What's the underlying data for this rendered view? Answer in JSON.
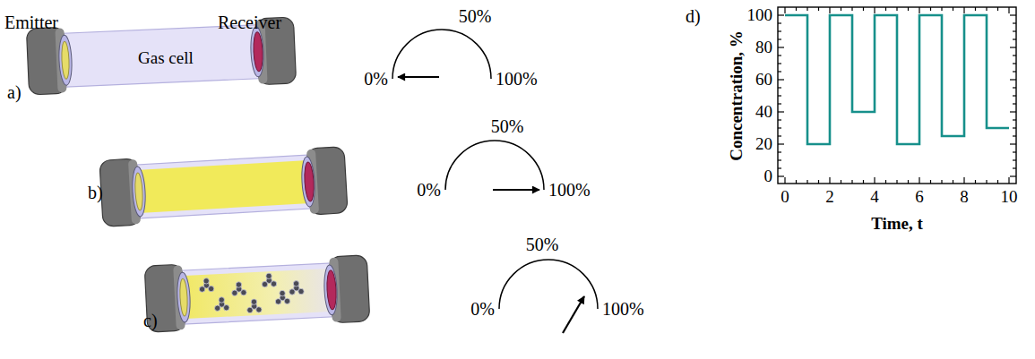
{
  "diagram": {
    "nodes": [
      {
        "text": [
          "Gas cell"
        ]
      }
    ],
    "labels": [
      "Emitter",
      "Receiver",
      "a)",
      "0%",
      "50%",
      "100%",
      "b)",
      "0%",
      "50%",
      "100%",
      "c)",
      "0%",
      "50%",
      "100%",
      "d)",
      "0",
      "20",
      "40",
      "60",
      "80",
      "100",
      "0",
      "2",
      "4",
      "6",
      "8",
      "10",
      "Concentration, %",
      "Time, t"
    ]
  }
}
